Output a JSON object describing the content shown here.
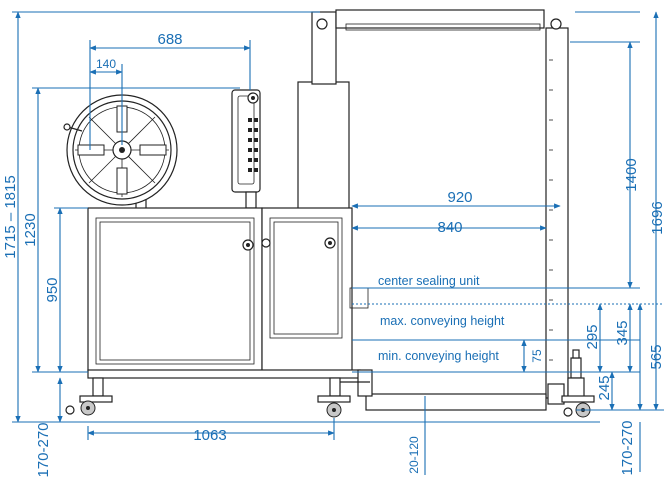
{
  "dimensions": {
    "d688": "688",
    "d140": "140",
    "d1715_1815": "1715 – 1815",
    "d1230": "1230",
    "d950": "950",
    "d1063": "1063",
    "d170_270_left": "170-270",
    "d920": "920",
    "d840": "840",
    "d1400": "1400",
    "d1696": "1696",
    "d295": "295",
    "d345": "345",
    "d565": "565",
    "d245": "245",
    "d75": "75",
    "d20_120": "20-120",
    "d170_270_right": "170-270"
  },
  "labels": {
    "center_sealing": "center sealing unit",
    "max_conveying": "max. conveying height",
    "min_conveying": "min. conveying height"
  },
  "colors": {
    "dimension": "#1a6fb5",
    "machine": "#222222"
  }
}
